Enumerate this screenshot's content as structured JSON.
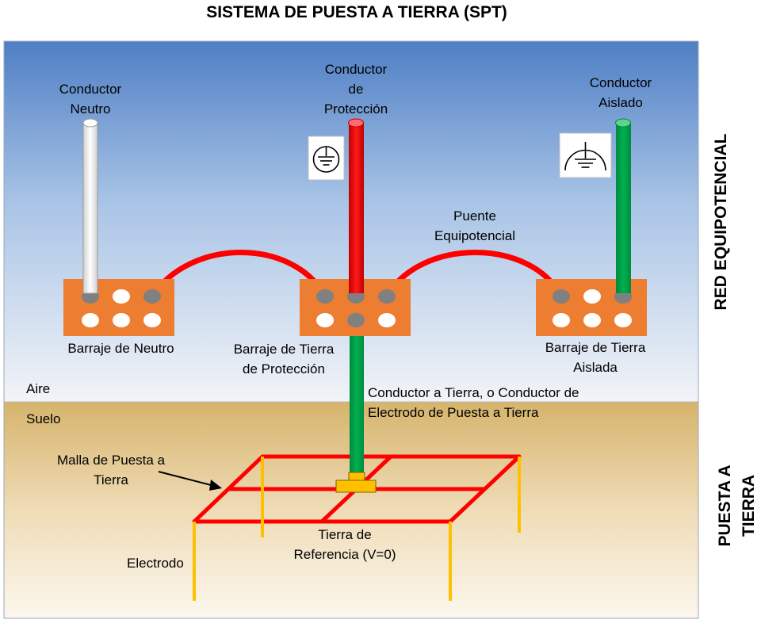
{
  "title": "SISTEMA DE PUESTA A TIERRA (SPT)",
  "side_labels": {
    "equipotential": "RED EQUIPOTENCIAL",
    "grounding_line1": "PUESTA A",
    "grounding_line2": "TIERRA"
  },
  "zones": {
    "air": "Aire",
    "soil": "Suelo"
  },
  "conductors": {
    "neutral_line1": "Conductor",
    "neutral_line2": "Neutro",
    "protection_line1": "Conductor",
    "protection_line2": "de",
    "protection_line3": "Protección",
    "isolated_line1": "Conductor",
    "isolated_line2": "Aislado"
  },
  "bonding_jumper": {
    "line1": "Puente",
    "line2": "Equipotencial"
  },
  "busbars": {
    "neutral": "Barraje de Neutro",
    "protection_line1": "Barraje de Tierra",
    "protection_line2": "de Protección",
    "isolated_line1": "Barraje de Tierra",
    "isolated_line2": "Aislada"
  },
  "earth_conductor": {
    "line1": "Conductor a Tierra, o Conductor de",
    "line2": "Electrodo de Puesta a Tierra"
  },
  "grid": {
    "line1": "Malla de Puesta a",
    "line2": "Tierra"
  },
  "reference": {
    "line1": "Tierra de",
    "line2": "Referencia (V=0)"
  },
  "electrode": "Electrodo",
  "colors": {
    "sky_top": "#4f7fc5",
    "sky_bottom": "#f2f4f8",
    "soil_top": "#d6b46c",
    "soil_bottom": "#fcf7ee",
    "busbar": "#ed7d31",
    "neutral_conductor": "#ffffff",
    "protection_conductor": "#ff0000",
    "isolated_conductor": "#00b050",
    "grid": "#ff0000",
    "electrode": "#ffc000",
    "terminal": "#808080"
  },
  "icons": [
    "protective-earth-icon",
    "clean-earth-icon"
  ]
}
